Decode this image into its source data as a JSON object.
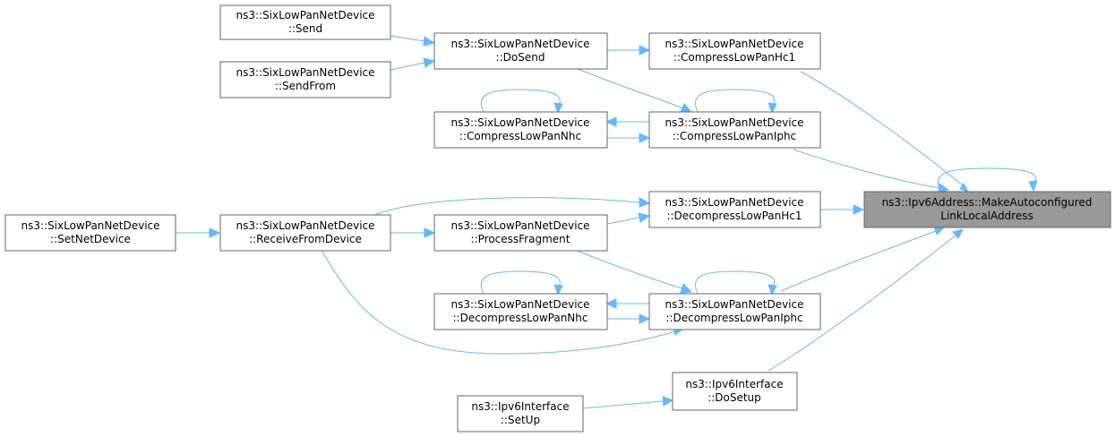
{
  "nodes": {
    "target": {
      "line1": "ns3::Ipv6Address::MakeAutoconfigured",
      "line2": "LinkLocalAddress"
    },
    "compress_hc1": {
      "line1": "ns3::SixLowPanNetDevice",
      "line2": "::CompressLowPanHc1"
    },
    "compress_iphc": {
      "line1": "ns3::SixLowPanNetDevice",
      "line2": "::CompressLowPanIphc"
    },
    "decompress_hc1": {
      "line1": "ns3::SixLowPanNetDevice",
      "line2": "::DecompressLowPanHc1"
    },
    "decompress_iphc": {
      "line1": "ns3::SixLowPanNetDevice",
      "line2": "::DecompressLowPanIphc"
    },
    "ipv6if_dosetup": {
      "line1": "ns3::Ipv6Interface",
      "line2": "::DoSetup"
    },
    "dosend": {
      "line1": "ns3::SixLowPanNetDevice",
      "line2": "::DoSend"
    },
    "compress_nhc": {
      "line1": "ns3::SixLowPanNetDevice",
      "line2": "::CompressLowPanNhc"
    },
    "process_fragment": {
      "line1": "ns3::SixLowPanNetDevice",
      "line2": "::ProcessFragment"
    },
    "receive_from_device": {
      "line1": "ns3::SixLowPanNetDevice",
      "line2": "::ReceiveFromDevice"
    },
    "decompress_nhc": {
      "line1": "ns3::SixLowPanNetDevice",
      "line2": "::DecompressLowPanNhc"
    },
    "ipv6if_setup": {
      "line1": "ns3::Ipv6Interface",
      "line2": "::SetUp"
    },
    "send": {
      "line1": "ns3::SixLowPanNetDevice",
      "line2": "::Send"
    },
    "sendfrom": {
      "line1": "ns3::SixLowPanNetDevice",
      "line2": "::SendFrom"
    },
    "setnetdevice": {
      "line1": "ns3::SixLowPanNetDevice",
      "line2": "::SetNetDevice"
    }
  },
  "colors": {
    "edge": "#63b8ff",
    "node_border": "#666666",
    "focus_fill": "#999999"
  }
}
